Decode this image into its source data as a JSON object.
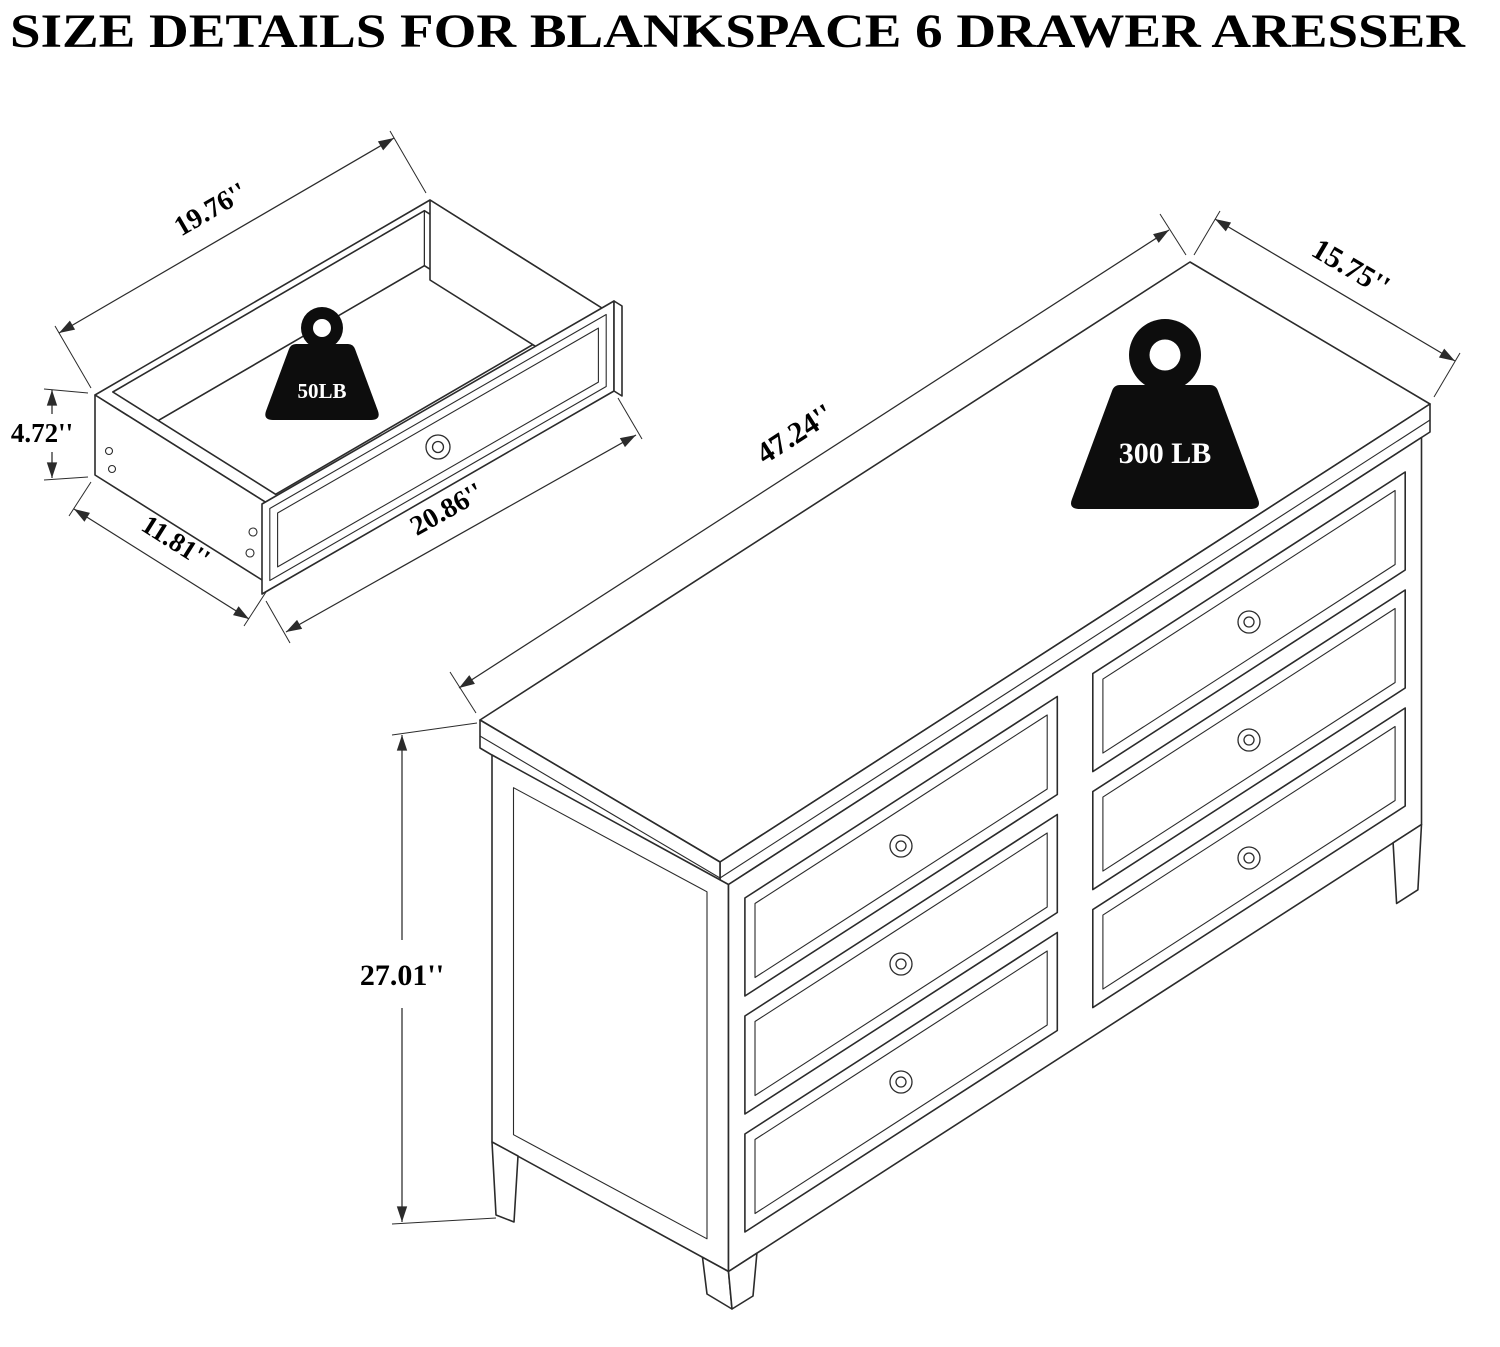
{
  "title": "SIZE DETAILS FOR BLANKSPACE 6 DRAWER ARESSER",
  "colors": {
    "line": "#2b2b2b",
    "text": "#000000",
    "weight_fill": "#0d0d0d",
    "weight_text": "#ffffff",
    "background": "#ffffff"
  },
  "drawer": {
    "weight": "50LB",
    "dims": {
      "top_width": "19.76''",
      "height": "4.72''",
      "depth": "11.81''",
      "front_width": "20.86''"
    }
  },
  "dresser": {
    "weight": "300 LB",
    "dims": {
      "width": "47.24''",
      "depth": "15.75''",
      "height": "27.01''"
    }
  }
}
